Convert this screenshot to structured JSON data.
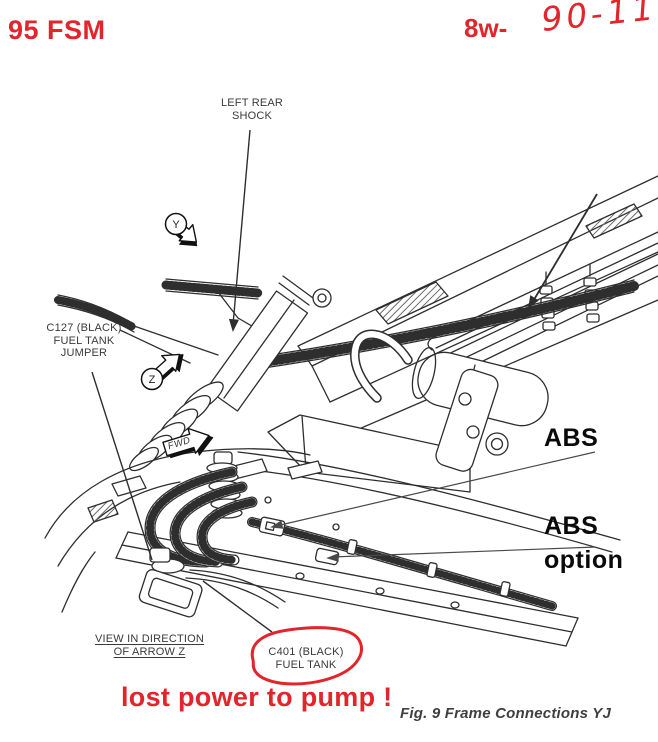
{
  "header": {
    "fsm_note": "95 FSM",
    "section_ref": "8w-",
    "handwritten_page": "90-11"
  },
  "diagram": {
    "labels": {
      "left_rear_shock": {
        "line1": "LEFT REAR",
        "line2": "SHOCK"
      },
      "c127": {
        "line1": "C127 (BLACK)",
        "line2": "FUEL TANK",
        "line3": "JUMPER"
      },
      "view_direction": {
        "line1": "VIEW IN DIRECTION",
        "line2": "OF ARROW Z"
      },
      "c401": {
        "line1": "C401 (BLACK)",
        "line2": "FUEL TANK"
      },
      "arrow_y": "Y",
      "arrow_z": "Z",
      "fwd": "FWD"
    },
    "caption": "Fig. 9 Frame Connections YJ"
  },
  "annotations": {
    "abs_upper": "ABS",
    "abs_lower_line1": "ABS",
    "abs_lower_line2": "option",
    "lost_power_note": "lost power to pump !"
  },
  "colors": {
    "annotation_red": "#e2242b",
    "ink": "#2e2e2e",
    "label_gray": "#3a3a3a"
  }
}
